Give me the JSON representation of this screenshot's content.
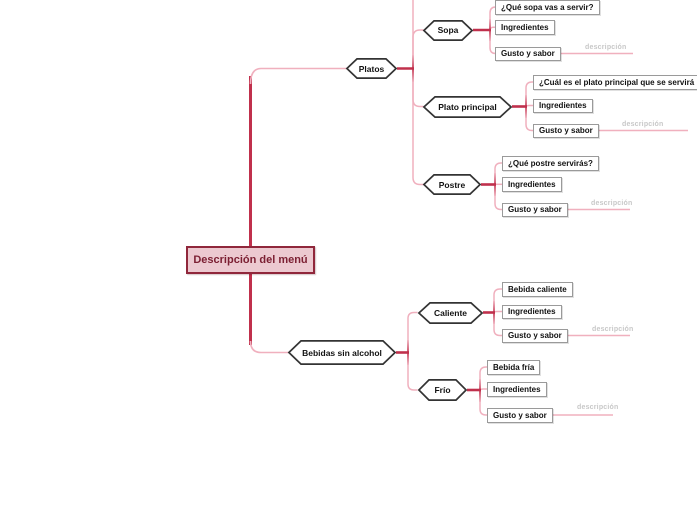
{
  "colors": {
    "trunk": "#c0304c",
    "branch": "#f0b0be",
    "root_fill": "#ecc9d0",
    "root_border": "#90273b",
    "root_text": "#7c2033",
    "hex_border": "#333333",
    "box_border": "#9a9a9a",
    "note_text": "#c8c8c8"
  },
  "root": {
    "label": "Descripción del menú"
  },
  "branches": [
    {
      "label": "Platos",
      "children": [
        {
          "label": "Sopa",
          "children": [
            {
              "label": "¿Qué sopa vas a servir?"
            },
            {
              "label": "Ingredientes"
            },
            {
              "label": "Gusto y sabor",
              "note": "descripción"
            }
          ]
        },
        {
          "label": "Plato principal",
          "children": [
            {
              "label": "¿Cuál es el plato principal que se servirá"
            },
            {
              "label": "Ingredientes"
            },
            {
              "label": "Gusto y sabor",
              "note": "descripción"
            }
          ]
        },
        {
          "label": "Postre",
          "children": [
            {
              "label": "¿Qué postre servirás?"
            },
            {
              "label": "Ingredientes"
            },
            {
              "label": "Gusto y sabor",
              "note": "descripción"
            }
          ]
        }
      ]
    },
    {
      "label": "Bebidas sin alcohol",
      "children": [
        {
          "label": "Caliente",
          "children": [
            {
              "label": "Bebida caliente"
            },
            {
              "label": "Ingredientes"
            },
            {
              "label": "Gusto y sabor",
              "note": "descripción"
            }
          ]
        },
        {
          "label": "Frío",
          "children": [
            {
              "label": "Bebida fría"
            },
            {
              "label": "Ingredientes"
            },
            {
              "label": "Gusto y sabor",
              "note": "descripción"
            }
          ]
        }
      ]
    }
  ]
}
